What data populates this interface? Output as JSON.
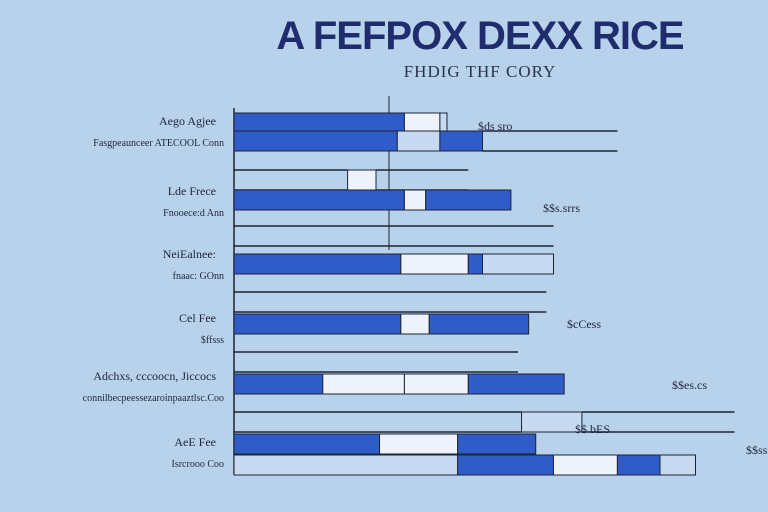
{
  "chart_data": {
    "type": "bar",
    "title": "A FEFPOX DEXX RICE",
    "subtitle": "FHDIG THF CORY",
    "groups": [
      {
        "label": "Aego Agjee",
        "sublabel": "Fasgpeaunceer ATECOOL Conn",
        "value_label": "$ds sro",
        "rows": [
          {
            "segments": [
              {
                "from": 0,
                "to": 0.48,
                "tone": "blue"
              },
              {
                "from": 0.48,
                "to": 0.58,
                "tone": "white"
              },
              {
                "from": 0.58,
                "to": 0.6,
                "tone": "light"
              }
            ]
          },
          {
            "segments": [
              {
                "from": 0,
                "to": 0.46,
                "tone": "blue"
              },
              {
                "from": 0.46,
                "to": 0.58,
                "tone": "light"
              },
              {
                "from": 0.58,
                "to": 0.7,
                "tone": "blue"
              },
              {
                "from": 0.7,
                "to": 1.08,
                "tone": "line"
              }
            ]
          }
        ]
      },
      {
        "label": "Lde Frece",
        "sublabel": "Fnooece:d Ann",
        "value_label": "$$s.srrs",
        "rows": [
          {
            "segments": [
              {
                "from": 0,
                "to": 0.32,
                "tone": "line"
              },
              {
                "from": 0.32,
                "to": 0.4,
                "tone": "white"
              },
              {
                "from": 0.4,
                "to": 0.66,
                "tone": "line"
              }
            ]
          },
          {
            "segments": [
              {
                "from": 0,
                "to": 0.48,
                "tone": "blue"
              },
              {
                "from": 0.48,
                "to": 0.54,
                "tone": "white"
              },
              {
                "from": 0.54,
                "to": 0.78,
                "tone": "blue"
              }
            ]
          }
        ]
      },
      {
        "label": "NeiEalnee:",
        "sublabel": "fnaac: GOnn",
        "value_label": "",
        "rows": [
          {
            "segments": [
              {
                "from": 0,
                "to": 0.9,
                "tone": "line"
              }
            ]
          },
          {
            "segments": [
              {
                "from": 0,
                "to": 0.47,
                "tone": "blue"
              },
              {
                "from": 0.47,
                "to": 0.66,
                "tone": "white"
              },
              {
                "from": 0.66,
                "to": 0.7,
                "tone": "blue"
              },
              {
                "from": 0.7,
                "to": 0.9,
                "tone": "light"
              }
            ]
          }
        ]
      },
      {
        "label": "Cel Fee",
        "sublabel": "$ffsss",
        "value_label": "$cCess",
        "rows": [
          {
            "segments": [
              {
                "from": 0,
                "to": 0.88,
                "tone": "line"
              }
            ]
          },
          {
            "segments": [
              {
                "from": 0,
                "to": 0.47,
                "tone": "blue"
              },
              {
                "from": 0.47,
                "to": 0.55,
                "tone": "white"
              },
              {
                "from": 0.55,
                "to": 0.83,
                "tone": "blue"
              }
            ]
          }
        ]
      },
      {
        "label": "Adchxs, cccoocn, Jiccocs",
        "sublabel": "connilbecpeessezaroinpaaztlsc.Coo",
        "value_label": "$$es.cs",
        "rows": [
          {
            "segments": [
              {
                "from": 0,
                "to": 0.8,
                "tone": "line"
              }
            ]
          },
          {
            "segments": [
              {
                "from": 0,
                "to": 0.25,
                "tone": "blue"
              },
              {
                "from": 0.25,
                "to": 0.48,
                "tone": "white"
              },
              {
                "from": 0.48,
                "to": 0.66,
                "tone": "white"
              },
              {
                "from": 0.66,
                "to": 0.93,
                "tone": "blue"
              }
            ]
          },
          {
            "segments": [
              {
                "from": 0,
                "to": 0.81,
                "tone": "line"
              },
              {
                "from": 0.81,
                "to": 0.98,
                "tone": "light"
              },
              {
                "from": 0.98,
                "to": 1.41,
                "tone": "line"
              }
            ]
          }
        ]
      },
      {
        "label": "AeE Fee",
        "sublabel": "Isrcrooo Coo",
        "value_label": "$$ bES",
        "rows": [
          {
            "segments": [
              {
                "from": 0,
                "to": 0.41,
                "tone": "blue"
              },
              {
                "from": 0.41,
                "to": 0.63,
                "tone": "white"
              },
              {
                "from": 0.63,
                "to": 0.85,
                "tone": "blue"
              }
            ]
          },
          {
            "segments": [
              {
                "from": 0,
                "to": 0.63,
                "tone": "light"
              },
              {
                "from": 0.63,
                "to": 0.9,
                "tone": "blue"
              },
              {
                "from": 0.9,
                "to": 1.08,
                "tone": "white"
              },
              {
                "from": 1.08,
                "to": 1.2,
                "tone": "blue"
              },
              {
                "from": 1.2,
                "to": 1.3,
                "tone": "light"
              }
            ]
          }
        ]
      }
    ],
    "value_labels_extra": [
      "$$ss"
    ],
    "colors": {
      "blue": "#2f5cc7",
      "white": "#eef3fb",
      "light": "#c7daf2",
      "line": "#1c2434",
      "label": "#1d2540",
      "background": "#b9d2ec"
    }
  }
}
